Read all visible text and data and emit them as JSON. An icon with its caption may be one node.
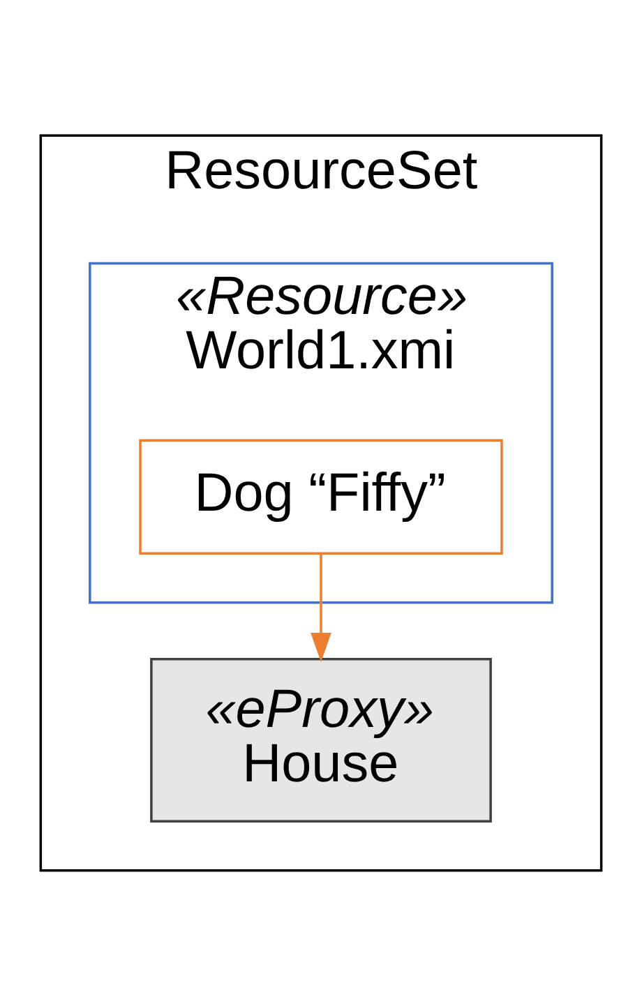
{
  "diagram": {
    "nodes": [
      {
        "text": [
          "ResourceSet"
        ]
      },
      {
        "text": [
          "«Resource»",
          "World1.xmi"
        ],
        "in": 0
      },
      {
        "text": [
          "Dog “Fiffy”"
        ],
        "in": 1
      },
      {
        "text": [
          "«eProxy»",
          "House"
        ],
        "in": 0
      }
    ],
    "edges": [
      {
        "from": 2,
        "to": 3,
        "arrow": "to",
        "color": "#ed7d31"
      }
    ]
  }
}
